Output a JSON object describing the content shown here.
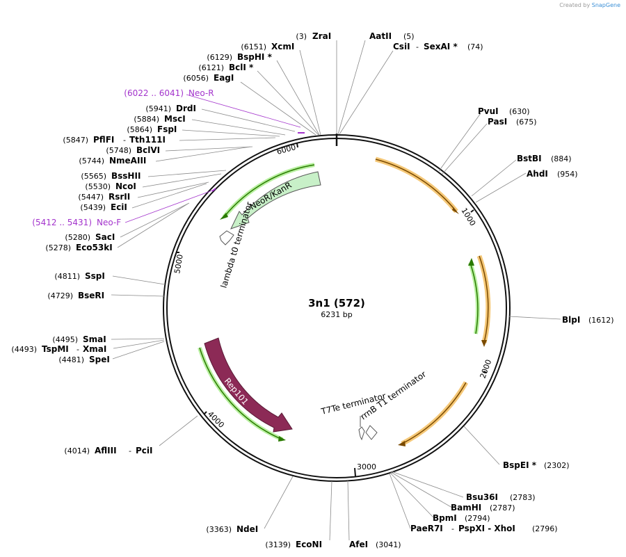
{
  "credit": {
    "prefix": "Created by",
    "brand": "SnapGene"
  },
  "plasmid": {
    "name": "3n1 (572)",
    "length_label": "6231 bp",
    "total_bp": 6231
  },
  "ticks": [
    "1000",
    "2000",
    "3000",
    "4000",
    "5000",
    "6000"
  ],
  "features": [
    {
      "label": "NeoR/KanR",
      "type": "arrow",
      "color": "#c8f0c8"
    },
    {
      "label": "lambda t0 terminator",
      "type": "terminator"
    },
    {
      "label": "Rep101",
      "type": "arrow",
      "color": "#8c2a56"
    },
    {
      "label": "T7Te terminator",
      "type": "terminator"
    },
    {
      "label": "rrnB T1 terminator",
      "type": "terminator"
    }
  ],
  "sites": [
    {
      "pos": "(3)",
      "name": "ZraI",
      "extra": ""
    },
    {
      "pos": "(5)",
      "name": "AatII",
      "extra": ""
    },
    {
      "pos": "(74)",
      "name": "CsiI",
      "extra": "SexAI *"
    },
    {
      "pos": "(6151)",
      "name": "XcmI",
      "extra": ""
    },
    {
      "pos": "(6129)",
      "name": "BspHI *",
      "extra": ""
    },
    {
      "pos": "(6121)",
      "name": "BclI *",
      "extra": ""
    },
    {
      "pos": "(6056)",
      "name": "EagI",
      "extra": ""
    },
    {
      "pos": "(6022 .. 6041)",
      "name": "Neo-R",
      "extra": "",
      "primer": true
    },
    {
      "pos": "(5941)",
      "name": "DrdI",
      "extra": ""
    },
    {
      "pos": "(5884)",
      "name": "MscI",
      "extra": ""
    },
    {
      "pos": "(5864)",
      "name": "FspI",
      "extra": ""
    },
    {
      "pos": "(5847)",
      "name": "PflFI",
      "extra": "Tth111I"
    },
    {
      "pos": "(5748)",
      "name": "BclVI",
      "extra": ""
    },
    {
      "pos": "(5744)",
      "name": "NmeAIII",
      "extra": ""
    },
    {
      "pos": "(5565)",
      "name": "BssHII",
      "extra": ""
    },
    {
      "pos": "(5530)",
      "name": "NcoI",
      "extra": ""
    },
    {
      "pos": "(5447)",
      "name": "RsrII",
      "extra": ""
    },
    {
      "pos": "(5439)",
      "name": "EciI",
      "extra": ""
    },
    {
      "pos": "(5412 .. 5431)",
      "name": "Neo-F",
      "extra": "",
      "primer": true
    },
    {
      "pos": "(5280)",
      "name": "SacI",
      "extra": ""
    },
    {
      "pos": "(5278)",
      "name": "Eco53kI",
      "extra": ""
    },
    {
      "pos": "(4811)",
      "name": "SspI",
      "extra": ""
    },
    {
      "pos": "(4729)",
      "name": "BseRI",
      "extra": ""
    },
    {
      "pos": "(4495)",
      "name": "SmaI",
      "extra": ""
    },
    {
      "pos": "(4493)",
      "name": "TspMI",
      "extra": "XmaI"
    },
    {
      "pos": "(4481)",
      "name": "SpeI",
      "extra": ""
    },
    {
      "pos": "(4014)",
      "name": "AflIII",
      "extra": "PciI"
    },
    {
      "pos": "(3363)",
      "name": "NdeI",
      "extra": ""
    },
    {
      "pos": "(3139)",
      "name": "EcoNI",
      "extra": ""
    },
    {
      "pos": "(3041)",
      "name": "AfeI",
      "extra": ""
    },
    {
      "pos": "(630)",
      "name": "PvuI",
      "extra": ""
    },
    {
      "pos": "(675)",
      "name": "PasI",
      "extra": ""
    },
    {
      "pos": "(884)",
      "name": "BstBI",
      "extra": ""
    },
    {
      "pos": "(954)",
      "name": "AhdI",
      "extra": ""
    },
    {
      "pos": "(1612)",
      "name": "BlpI",
      "extra": ""
    },
    {
      "pos": "(2302)",
      "name": "BspEI *",
      "extra": ""
    },
    {
      "pos": "(2783)",
      "name": "Bsu36I",
      "extra": ""
    },
    {
      "pos": "(2787)",
      "name": "BamHI",
      "extra": ""
    },
    {
      "pos": "(2794)",
      "name": "BpmI",
      "extra": ""
    },
    {
      "pos": "(2796)",
      "name": "PaeR7I",
      "extra": "PspXI - XhoI"
    }
  ]
}
